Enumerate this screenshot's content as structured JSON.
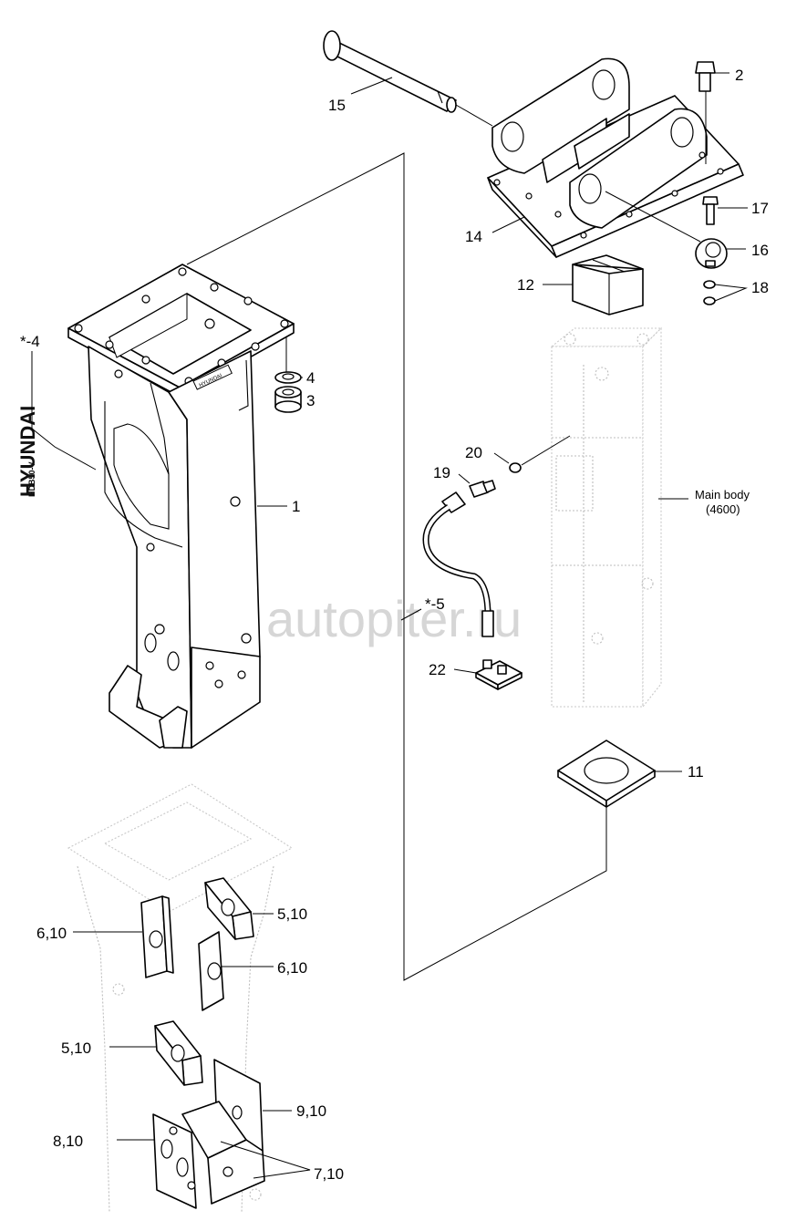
{
  "brand_marking": "HYUNDAI",
  "brand_model": "HDB50-V",
  "watermark": "autopiter.ru",
  "main_body": {
    "name": "Main body",
    "code": "(4600)"
  },
  "labels": {
    "p1": "1",
    "p2": "2",
    "p3": "3",
    "p4": "4",
    "p4_ref": "*-4",
    "p5_ref": "*-5",
    "p5_10": "5,10",
    "p5_10b": "5,10",
    "p6_10": "6,10",
    "p6_10b": "6,10",
    "p7_10": "7,10",
    "p8_10": "8,10",
    "p9_10": "9,10",
    "p11": "11",
    "p12": "12",
    "p14": "14",
    "p15": "15",
    "p16": "16",
    "p17": "17",
    "p18": "18",
    "p19": "19",
    "p20": "20",
    "p22": "22"
  }
}
